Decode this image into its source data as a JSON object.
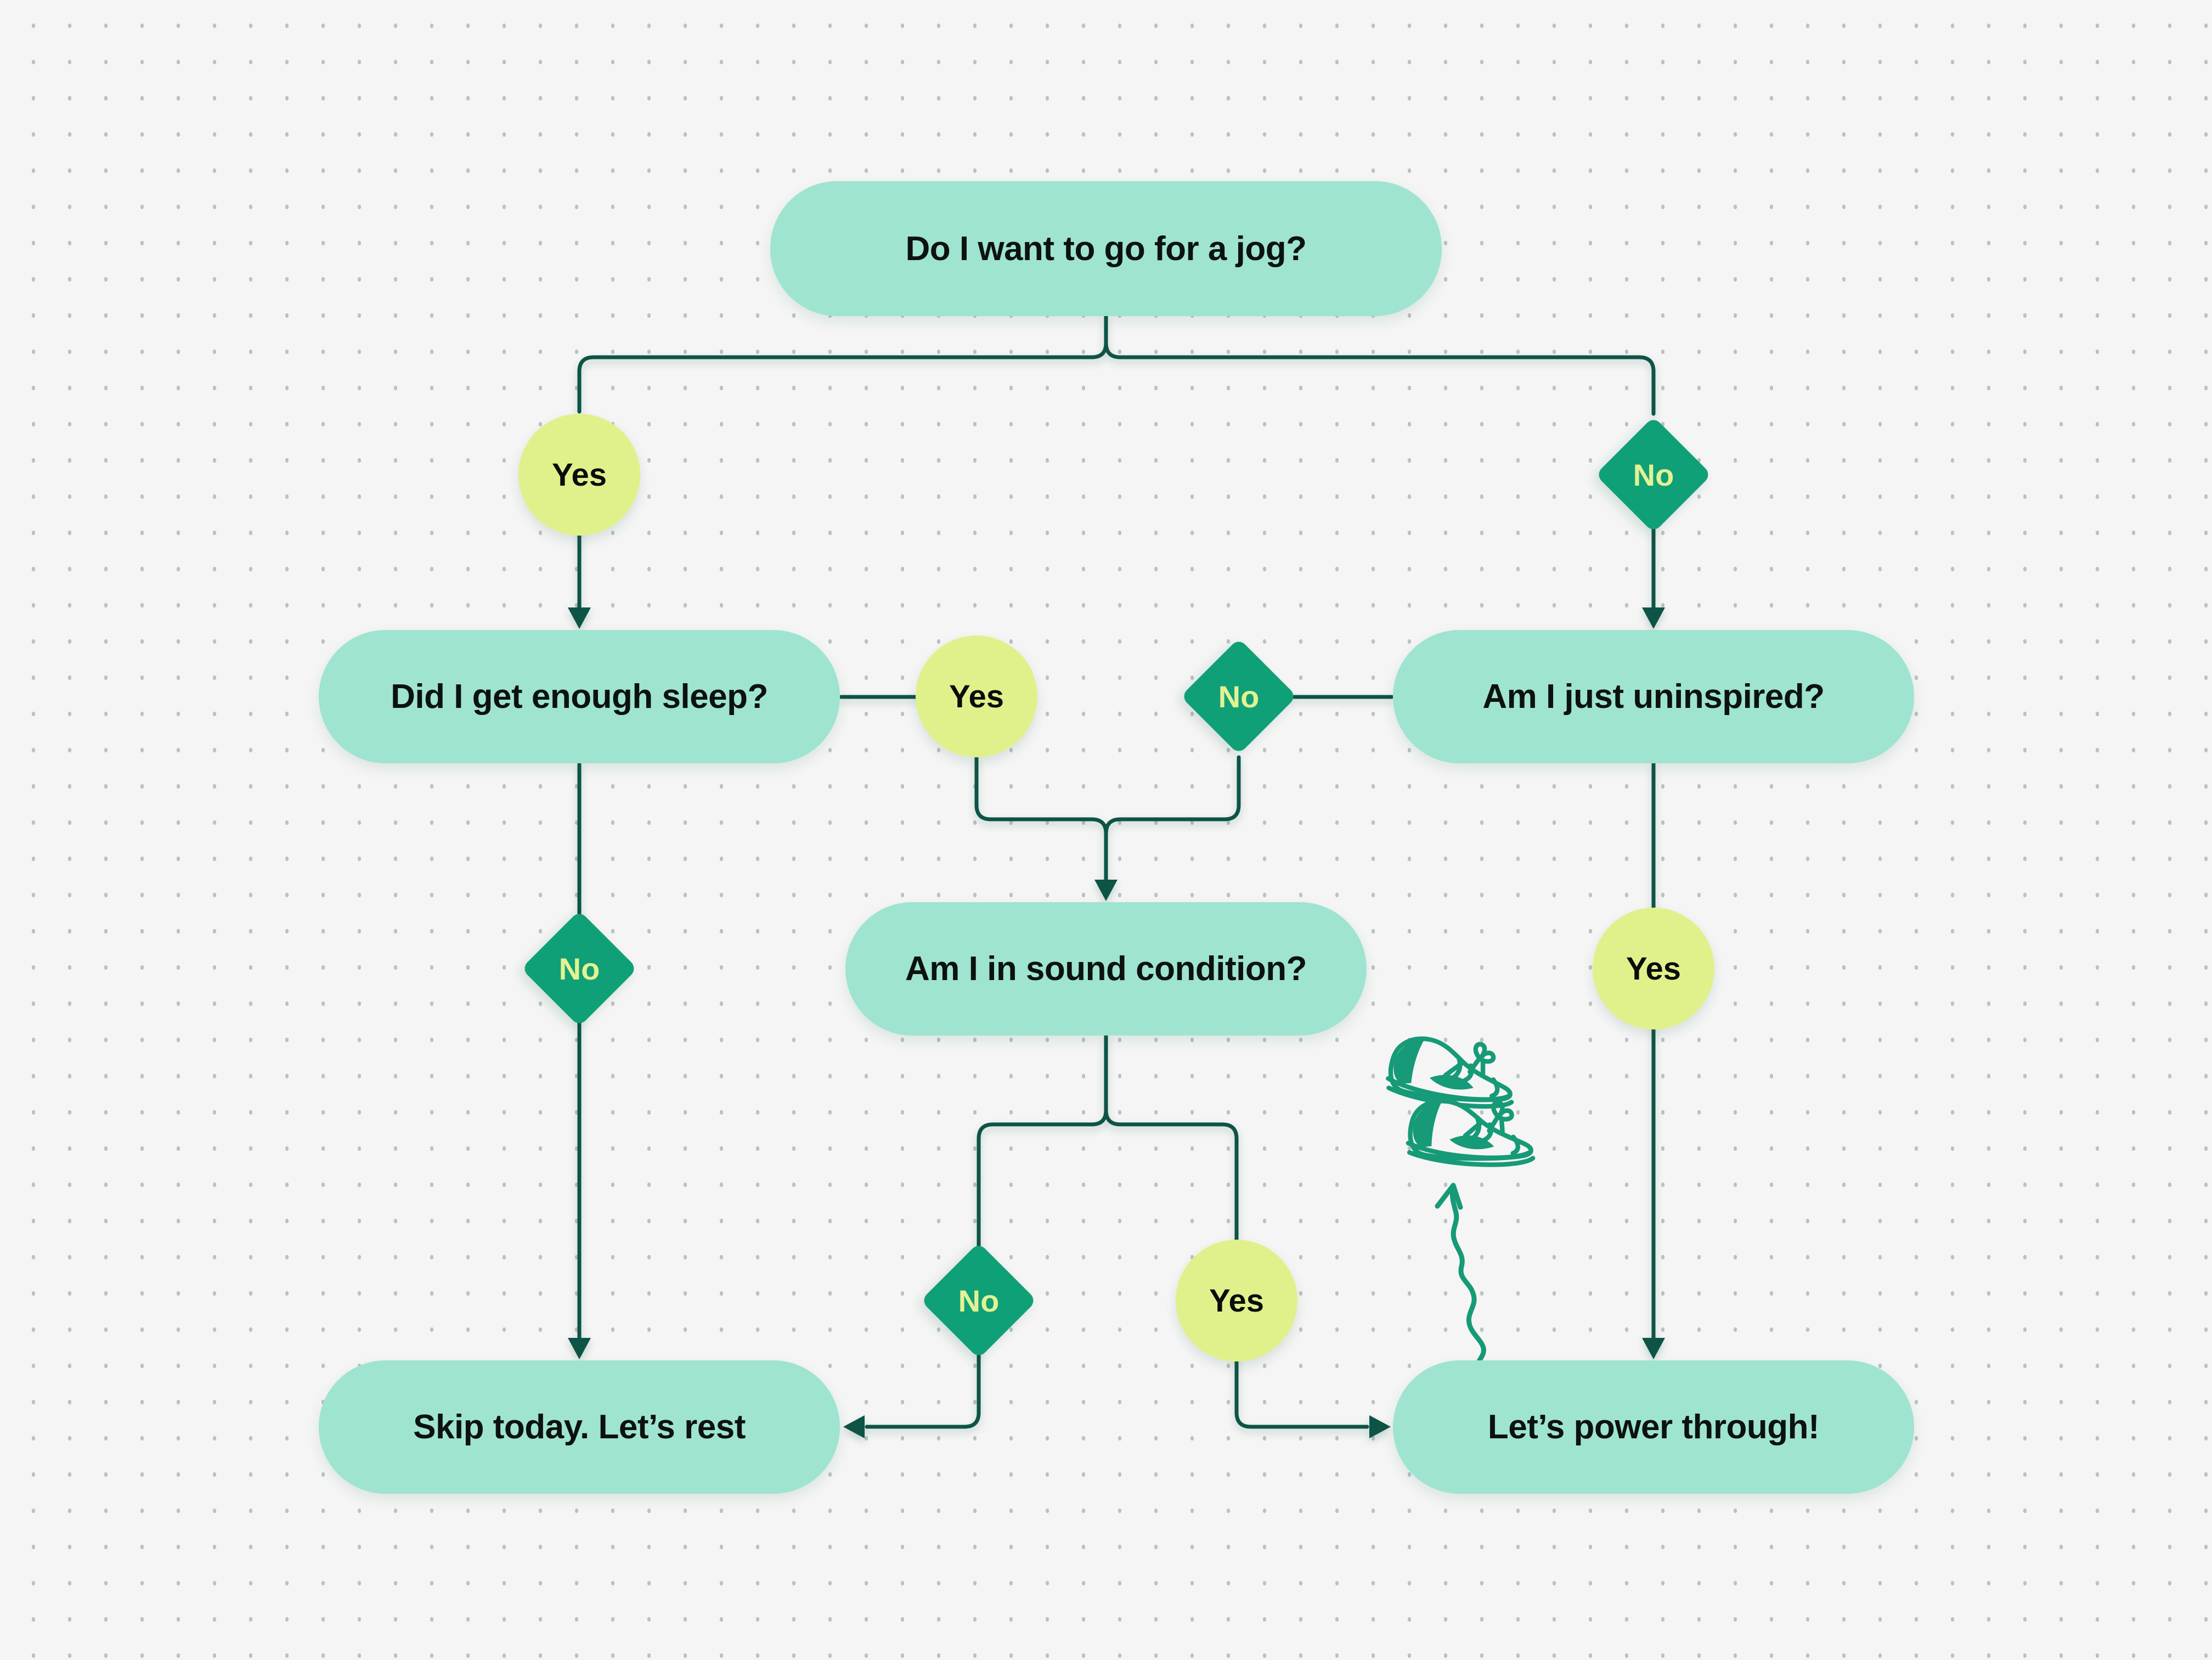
{
  "colors": {
    "background": "#f4f5f4",
    "dot_grid": "#bcc1c5",
    "question_pill_fill": "#9fe4d0",
    "yes_circle_fill": "#e0f18c",
    "no_diamond_fill": "#0fa077",
    "no_diamond_text": "#e3f293",
    "connector": "#0d5446",
    "doodle": "#169a77",
    "node_text": "#0c120f"
  },
  "nodes": {
    "start": {
      "label": "Do I want to go for a jog?",
      "type": "question"
    },
    "sleep": {
      "label": "Did I get enough sleep?",
      "type": "question"
    },
    "uninspired": {
      "label": "Am I just uninspired?",
      "type": "question"
    },
    "condition": {
      "label": "Am I in sound condition?",
      "type": "question"
    },
    "skip": {
      "label": "Skip today. Let’s rest",
      "type": "result"
    },
    "power": {
      "label": "Let’s power through!",
      "type": "result"
    }
  },
  "markers": {
    "start_yes": "Yes",
    "start_no": "No",
    "sleep_yes": "Yes",
    "uninspired_no": "No",
    "sleep_no": "No",
    "uninspired_yes": "Yes",
    "condition_no": "No",
    "condition_yes": "Yes"
  },
  "edges": [
    {
      "from": "start",
      "label": "Yes",
      "to": "sleep"
    },
    {
      "from": "start",
      "label": "No",
      "to": "uninspired"
    },
    {
      "from": "sleep",
      "label": "Yes",
      "to": "condition"
    },
    {
      "from": "uninspired",
      "label": "No",
      "to": "condition"
    },
    {
      "from": "sleep",
      "label": "No",
      "to": "skip"
    },
    {
      "from": "uninspired",
      "label": "Yes",
      "to": "power"
    },
    {
      "from": "condition",
      "label": "No",
      "to": "skip"
    },
    {
      "from": "condition",
      "label": "Yes",
      "to": "power"
    }
  ],
  "decorations": [
    {
      "name": "sneakers-doodle"
    },
    {
      "name": "squiggle-arrow-doodle"
    }
  ]
}
